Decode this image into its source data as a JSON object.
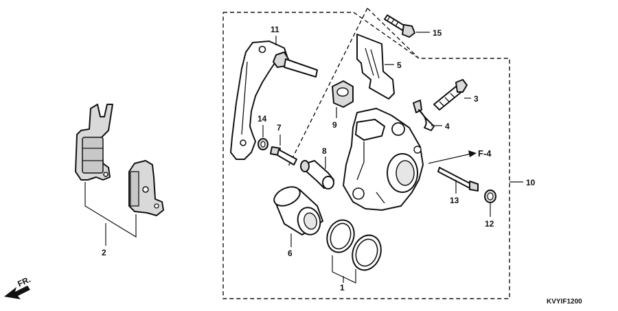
{
  "callouts": {
    "c1": "1",
    "c2": "2",
    "c3": "3",
    "c4": "4",
    "c5": "5",
    "c6": "6",
    "c7": "7",
    "c8": "8",
    "c9": "9",
    "c10": "10",
    "c11": "11",
    "c12": "12",
    "c13": "13",
    "c14": "14",
    "c15": "15"
  },
  "reference": "F-4",
  "direction_label": "FR.",
  "diagram_code": "KVYIF1200"
}
